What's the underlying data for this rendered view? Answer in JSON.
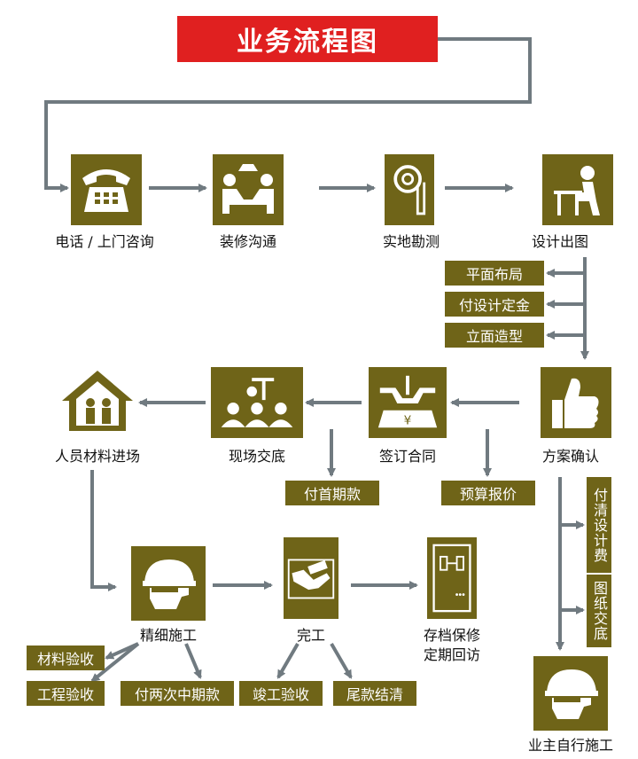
{
  "title": "业务流程图",
  "colors": {
    "box": "#6f6418",
    "title_bg": "#e02020",
    "arrow": "#707a80",
    "text": "#111111"
  },
  "steps": {
    "phone": {
      "label": "电话 / 上门咨询",
      "icon": "telephone-icon"
    },
    "communicate": {
      "label": "装修沟通",
      "icon": "meeting-icon"
    },
    "survey": {
      "label": "实地勘测",
      "icon": "tape-measure-icon"
    },
    "design": {
      "label": "设计出图",
      "icon": "designer-icon"
    },
    "confirm": {
      "label": "方案确认",
      "icon": "thumbs-up-icon"
    },
    "contract": {
      "label": "签订合同",
      "icon": "contract-signing-icon"
    },
    "handover": {
      "label": "现场交底",
      "icon": "presentation-icon"
    },
    "materials": {
      "label": "人员材料进场",
      "icon": "house-people-icon"
    },
    "construction": {
      "label": "精细施工",
      "icon": "helmet-icon"
    },
    "complete": {
      "label": "完工",
      "icon": "handshake-icon"
    },
    "archive": {
      "label_line1": "存档保修",
      "label_line2": "定期回访",
      "icon": "cabinet-icon"
    },
    "owner": {
      "label": "业主自行施工",
      "icon": "helmet-icon"
    }
  },
  "tags": {
    "floor_plan": "平面布局",
    "design_deposit": "付设计定金",
    "elevation": "立面造型",
    "first_payment": "付首期款",
    "budget_quote": "预算报价",
    "material_check": "材料验收",
    "project_check": "工程验收",
    "two_payments": "付两次中期款",
    "completion_check": "竣工验收",
    "final_payment": "尾款结清",
    "design_fee": "付清设计费",
    "drawing_handover": "图纸交底"
  }
}
